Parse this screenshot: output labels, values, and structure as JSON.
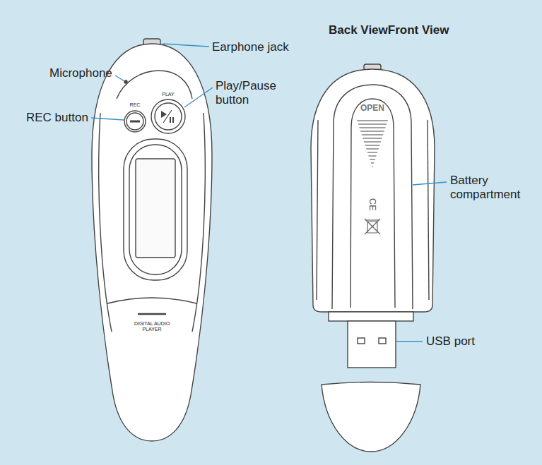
{
  "diagram": {
    "title": "Back ViewFront View",
    "labels": [
      "Earphone jack",
      "Microphone",
      "Play/Pause button",
      "REC button",
      "PLAY",
      "REC",
      "DIGITAL AUDIO PLAYER",
      "OPEN",
      "CE",
      "Battery compartment",
      "USB port"
    ]
  }
}
